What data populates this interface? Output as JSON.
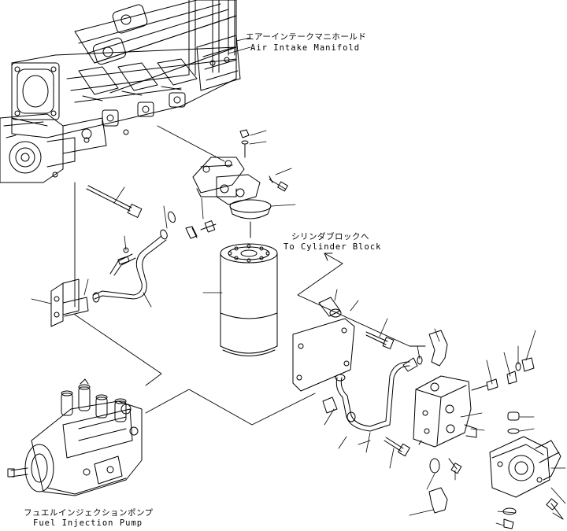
{
  "labels": {
    "air_intake_jp": "エアーインテークマニホールド",
    "air_intake_en": "Air Intake Manifold",
    "cylinder_block_jp": "シリンダブロックへ",
    "cylinder_block_en": "To Cylinder Block",
    "fuel_pump_jp": "フュエルインジェクションポンプ",
    "fuel_pump_en": "Fuel Injection Pump"
  }
}
